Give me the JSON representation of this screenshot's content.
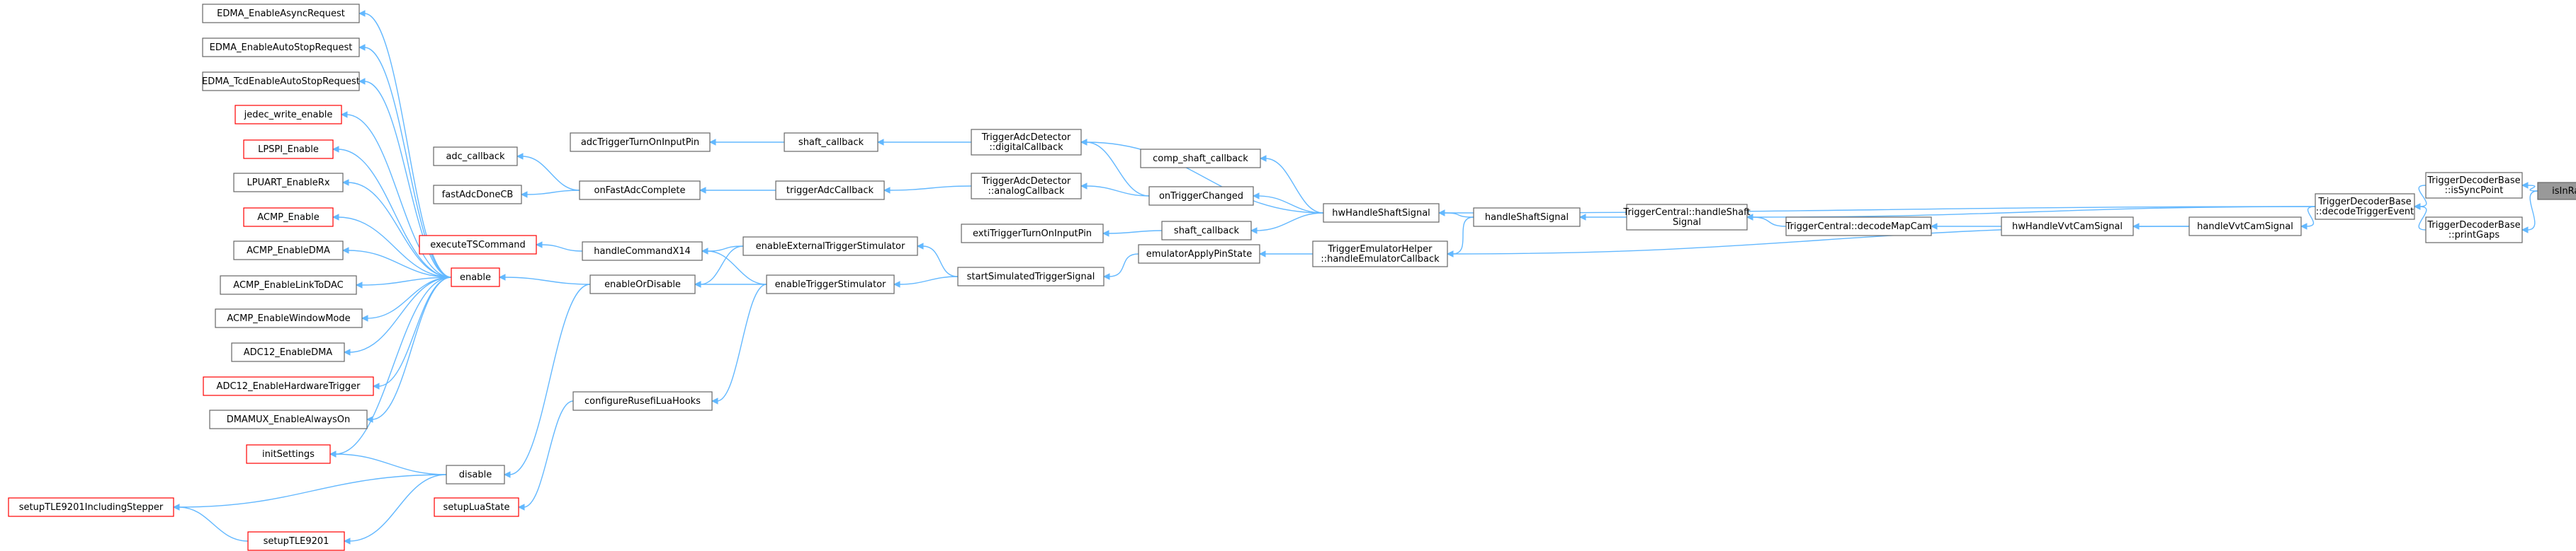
{
  "colors": {
    "edge": "#63b8ff",
    "node_border": "#666666",
    "node_border_truncated": "#ff0000",
    "root_fill": "#999999",
    "node_fill": "#ffffff"
  },
  "nodes": [
    {
      "id": "isInRange",
      "lines": [
        "isInRange"
      ],
      "style": "root"
    },
    {
      "id": "isSyncPoint",
      "lines": [
        "TriggerDecoderBase",
        "::isSyncPoint"
      ],
      "style": "normal"
    },
    {
      "id": "printGaps",
      "lines": [
        "TriggerDecoderBase",
        "::printGaps"
      ],
      "style": "normal"
    },
    {
      "id": "decodeTriggerEvent",
      "lines": [
        "TriggerDecoderBase",
        "::decodeTriggerEvent"
      ],
      "style": "normal"
    },
    {
      "id": "handleShaftSignalTC",
      "lines": [
        "TriggerCentral::handleShaft",
        "Signal"
      ],
      "style": "normal"
    },
    {
      "id": "handleVvtCamSignal",
      "lines": [
        "handleVvtCamSignal"
      ],
      "style": "normal"
    },
    {
      "id": "decodeMapCam",
      "lines": [
        "TriggerCentral::decodeMapCam"
      ],
      "style": "normal"
    },
    {
      "id": "hwHandleVvtCamSignal",
      "lines": [
        "hwHandleVvtCamSignal"
      ],
      "style": "normal"
    },
    {
      "id": "handleShaftSignal",
      "lines": [
        "handleShaftSignal"
      ],
      "style": "normal"
    },
    {
      "id": "hwHandleShaftSignal",
      "lines": [
        "hwHandleShaftSignal"
      ],
      "style": "normal"
    },
    {
      "id": "handleEmulatorCallback",
      "lines": [
        "TriggerEmulatorHelper",
        "::handleEmulatorCallback"
      ],
      "style": "normal"
    },
    {
      "id": "emulatorApplyPinState",
      "lines": [
        "emulatorApplyPinState"
      ],
      "style": "normal"
    },
    {
      "id": "startSimulatedTriggerSignal",
      "lines": [
        "startSimulatedTriggerSignal"
      ],
      "style": "normal"
    },
    {
      "id": "comp_shaft_callback",
      "lines": [
        "comp_shaft_callback"
      ],
      "style": "normal"
    },
    {
      "id": "onTriggerChanged",
      "lines": [
        "onTriggerChanged"
      ],
      "style": "normal"
    },
    {
      "id": "shaft_callback_b",
      "lines": [
        "shaft_callback"
      ],
      "style": "normal"
    },
    {
      "id": "exti",
      "lines": [
        "extiTriggerTurnOnInputPin"
      ],
      "style": "normal"
    },
    {
      "id": "digitalCallback",
      "lines": [
        "TriggerAdcDetector",
        "::digitalCallback"
      ],
      "style": "normal"
    },
    {
      "id": "analogCallback",
      "lines": [
        "TriggerAdcDetector",
        "::analogCallback"
      ],
      "style": "normal"
    },
    {
      "id": "shaft_callback_a",
      "lines": [
        "shaft_callback"
      ],
      "style": "normal"
    },
    {
      "id": "triggerAdcCallback",
      "lines": [
        "triggerAdcCallback"
      ],
      "style": "normal"
    },
    {
      "id": "adcTrigger",
      "lines": [
        "adcTriggerTurnOnInputPin"
      ],
      "style": "normal"
    },
    {
      "id": "onFastAdcComplete",
      "lines": [
        "onFastAdcComplete"
      ],
      "style": "normal"
    },
    {
      "id": "adc_callback",
      "lines": [
        "adc_callback"
      ],
      "style": "normal"
    },
    {
      "id": "fastAdcDoneCB",
      "lines": [
        "fastAdcDoneCB"
      ],
      "style": "normal"
    },
    {
      "id": "enableExternalTriggerStimulator",
      "lines": [
        "enableExternalTriggerStimulator"
      ],
      "style": "normal"
    },
    {
      "id": "enableTriggerStimulator",
      "lines": [
        "enableTriggerStimulator"
      ],
      "style": "normal"
    },
    {
      "id": "handleCommandX14",
      "lines": [
        "handleCommandX14"
      ],
      "style": "normal"
    },
    {
      "id": "enableOrDisable",
      "lines": [
        "enableOrDisable"
      ],
      "style": "normal"
    },
    {
      "id": "configureRusefiLuaHooks",
      "lines": [
        "configureRusefiLuaHooks"
      ],
      "style": "normal"
    },
    {
      "id": "setupLuaState",
      "lines": [
        "setupLuaState"
      ],
      "style": "truncated"
    },
    {
      "id": "executeTSCommand",
      "lines": [
        "executeTSCommand"
      ],
      "style": "truncated"
    },
    {
      "id": "enable",
      "lines": [
        "enable"
      ],
      "style": "truncated"
    },
    {
      "id": "disable",
      "lines": [
        "disable"
      ],
      "style": "normal"
    },
    {
      "id": "setupTLE9201",
      "lines": [
        "setupTLE9201"
      ],
      "style": "truncated"
    },
    {
      "id": "setupTLE9201IncludingStepper",
      "lines": [
        "setupTLE9201IncludingStepper"
      ],
      "style": "truncated"
    },
    {
      "id": "EDMA_EnableAsyncRequest",
      "lines": [
        "EDMA_EnableAsyncRequest"
      ],
      "style": "normal"
    },
    {
      "id": "EDMA_EnableAutoStopRequest",
      "lines": [
        "EDMA_EnableAutoStopRequest"
      ],
      "style": "normal"
    },
    {
      "id": "EDMA_TcdEnableAutoStopRequest",
      "lines": [
        "EDMA_TcdEnableAutoStopRequest"
      ],
      "style": "normal"
    },
    {
      "id": "jedec_write_enable",
      "lines": [
        "jedec_write_enable"
      ],
      "style": "truncated"
    },
    {
      "id": "LPSPI_Enable",
      "lines": [
        "LPSPI_Enable"
      ],
      "style": "truncated"
    },
    {
      "id": "LPUART_EnableRx",
      "lines": [
        "LPUART_EnableRx"
      ],
      "style": "normal"
    },
    {
      "id": "ACMP_Enable",
      "lines": [
        "ACMP_Enable"
      ],
      "style": "truncated"
    },
    {
      "id": "ACMP_EnableDMA",
      "lines": [
        "ACMP_EnableDMA"
      ],
      "style": "normal"
    },
    {
      "id": "ACMP_EnableLinkToDAC",
      "lines": [
        "ACMP_EnableLinkToDAC"
      ],
      "style": "normal"
    },
    {
      "id": "ACMP_EnableWindowMode",
      "lines": [
        "ACMP_EnableWindowMode"
      ],
      "style": "normal"
    },
    {
      "id": "ADC12_EnableDMA",
      "lines": [
        "ADC12_EnableDMA"
      ],
      "style": "normal"
    },
    {
      "id": "ADC12_EnableHardwareTrigger",
      "lines": [
        "ADC12_EnableHardwareTrigger"
      ],
      "style": "truncated"
    },
    {
      "id": "DMAMUX_EnableAlwaysOn",
      "lines": [
        "DMAMUX_EnableAlwaysOn"
      ],
      "style": "normal"
    },
    {
      "id": "initSettings",
      "lines": [
        "initSettings"
      ],
      "style": "truncated"
    }
  ],
  "edges": [
    [
      "isSyncPoint",
      "isInRange"
    ],
    [
      "printGaps",
      "isInRange"
    ],
    [
      "decodeTriggerEvent",
      "isSyncPoint"
    ],
    [
      "decodeTriggerEvent",
      "printGaps"
    ],
    [
      "handleShaftSignalTC",
      "decodeTriggerEvent"
    ],
    [
      "handleVvtCamSignal",
      "decodeTriggerEvent"
    ],
    [
      "hwHandleShaftSignal",
      "decodeTriggerEvent"
    ],
    [
      "handleShaftSignal",
      "handleShaftSignalTC"
    ],
    [
      "handleShaftSignalTC",
      "decodeMapCam"
    ],
    [
      "decodeMapCam",
      "hwHandleVvtCamSignal"
    ],
    [
      "hwHandleVvtCamSignal",
      "handleVvtCamSignal"
    ],
    [
      "handleEmulatorCallback",
      "handleVvtCamSignal"
    ],
    [
      "hwHandleShaftSignal",
      "handleShaftSignal"
    ],
    [
      "handleEmulatorCallback",
      "handleShaftSignal"
    ],
    [
      "comp_shaft_callback",
      "hwHandleShaftSignal"
    ],
    [
      "onTriggerChanged",
      "hwHandleShaftSignal"
    ],
    [
      "shaft_callback_b",
      "hwHandleShaftSignal"
    ],
    [
      "digitalCallback",
      "hwHandleShaftSignal"
    ],
    [
      "exti",
      "shaft_callback_b"
    ],
    [
      "digitalCallback",
      "onTriggerChanged"
    ],
    [
      "analogCallback",
      "onTriggerChanged"
    ],
    [
      "shaft_callback_a",
      "digitalCallback"
    ],
    [
      "triggerAdcCallback",
      "analogCallback"
    ],
    [
      "adcTrigger",
      "shaft_callback_a"
    ],
    [
      "onFastAdcComplete",
      "triggerAdcCallback"
    ],
    [
      "adc_callback",
      "onFastAdcComplete"
    ],
    [
      "fastAdcDoneCB",
      "onFastAdcComplete"
    ],
    [
      "emulatorApplyPinState",
      "handleEmulatorCallback"
    ],
    [
      "startSimulatedTriggerSignal",
      "emulatorApplyPinState"
    ],
    [
      "enableExternalTriggerStimulator",
      "startSimulatedTriggerSignal"
    ],
    [
      "enableTriggerStimulator",
      "startSimulatedTriggerSignal"
    ],
    [
      "handleCommandX14",
      "enableExternalTriggerStimulator"
    ],
    [
      "handleCommandX14",
      "enableTriggerStimulator"
    ],
    [
      "enableOrDisable",
      "enableExternalTriggerStimulator"
    ],
    [
      "enableOrDisable",
      "enableTriggerStimulator"
    ],
    [
      "configureRusefiLuaHooks",
      "enableTriggerStimulator"
    ],
    [
      "setupLuaState",
      "configureRusefiLuaHooks"
    ],
    [
      "executeTSCommand",
      "handleCommandX14"
    ],
    [
      "enable",
      "enableOrDisable"
    ],
    [
      "disable",
      "enableOrDisable"
    ],
    [
      "setupTLE9201",
      "disable"
    ],
    [
      "setupTLE9201IncludingStepper",
      "disable"
    ],
    [
      "setupTLE9201IncludingStepper",
      "setupTLE9201"
    ],
    [
      "EDMA_EnableAsyncRequest",
      "enable"
    ],
    [
      "EDMA_EnableAutoStopRequest",
      "enable"
    ],
    [
      "EDMA_TcdEnableAutoStopRequest",
      "enable"
    ],
    [
      "jedec_write_enable",
      "enable"
    ],
    [
      "LPSPI_Enable",
      "enable"
    ],
    [
      "LPUART_EnableRx",
      "enable"
    ],
    [
      "ACMP_Enable",
      "enable"
    ],
    [
      "ACMP_EnableDMA",
      "enable"
    ],
    [
      "ACMP_EnableLinkToDAC",
      "enable"
    ],
    [
      "ACMP_EnableWindowMode",
      "enable"
    ],
    [
      "ADC12_EnableDMA",
      "enable"
    ],
    [
      "ADC12_EnableHardwareTrigger",
      "enable"
    ],
    [
      "DMAMUX_EnableAlwaysOn",
      "enable"
    ],
    [
      "initSettings",
      "enable"
    ],
    [
      "initSettings",
      "disable"
    ]
  ]
}
